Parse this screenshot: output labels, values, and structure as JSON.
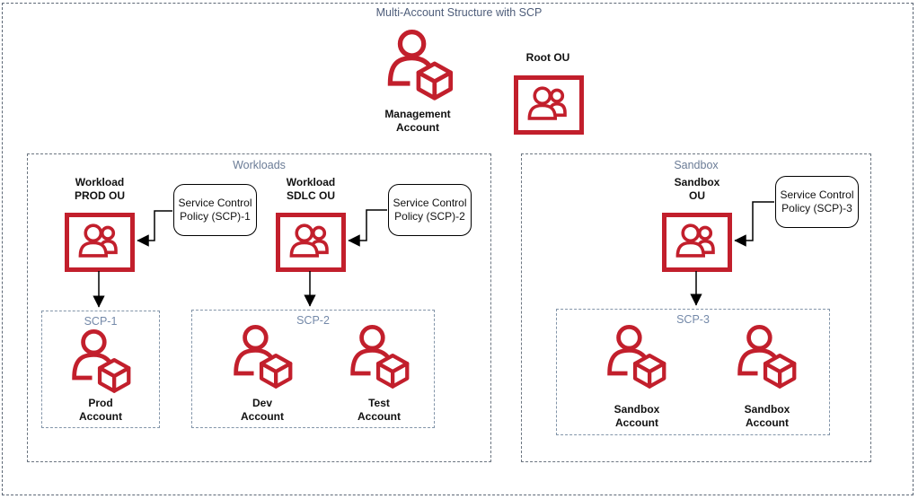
{
  "diagram": {
    "title": "Multi-Account Structure with SCP"
  },
  "colors": {
    "icon_red": "#c21f2c",
    "title_text": "#4e5d7a",
    "group_title_text": "#6b7c96",
    "scp_title_text": "#7489a9",
    "label_text": "#111111",
    "outer_border": "#5d6876",
    "group_border": "#6b7580",
    "scp_border": "#8395a9",
    "arrow": "#000000"
  },
  "icons": {
    "account": "person-with-cube-icon",
    "ou": "organizational-unit-people-icon"
  },
  "management_account": {
    "label": "Management\nAccount"
  },
  "root_ou": {
    "label": "Root OU"
  },
  "workloads": {
    "title": "Workloads",
    "prod_ou": {
      "label": "Workload\nPROD OU"
    },
    "sdlc_ou": {
      "label": "Workload\nSDLC OU"
    },
    "scp1_policy": {
      "label": "Service Control\nPolicy (SCP)-1"
    },
    "scp2_policy": {
      "label": "Service Control\nPolicy (SCP)-2"
    },
    "scp1_group": {
      "title": "SCP-1",
      "accounts": [
        {
          "label": "Prod\nAccount"
        }
      ]
    },
    "scp2_group": {
      "title": "SCP-2",
      "accounts": [
        {
          "label": "Dev\nAccount"
        },
        {
          "label": "Test\nAccount"
        }
      ]
    }
  },
  "sandbox": {
    "title": "Sandbox",
    "ou": {
      "label": "Sandbox\nOU"
    },
    "policy": {
      "label": "Service Control\nPolicy (SCP)-3"
    },
    "scp3_group": {
      "title": "SCP-3",
      "accounts": [
        {
          "label": "Sandbox\nAccount"
        },
        {
          "label": "Sandbox\nAccount"
        }
      ]
    }
  }
}
